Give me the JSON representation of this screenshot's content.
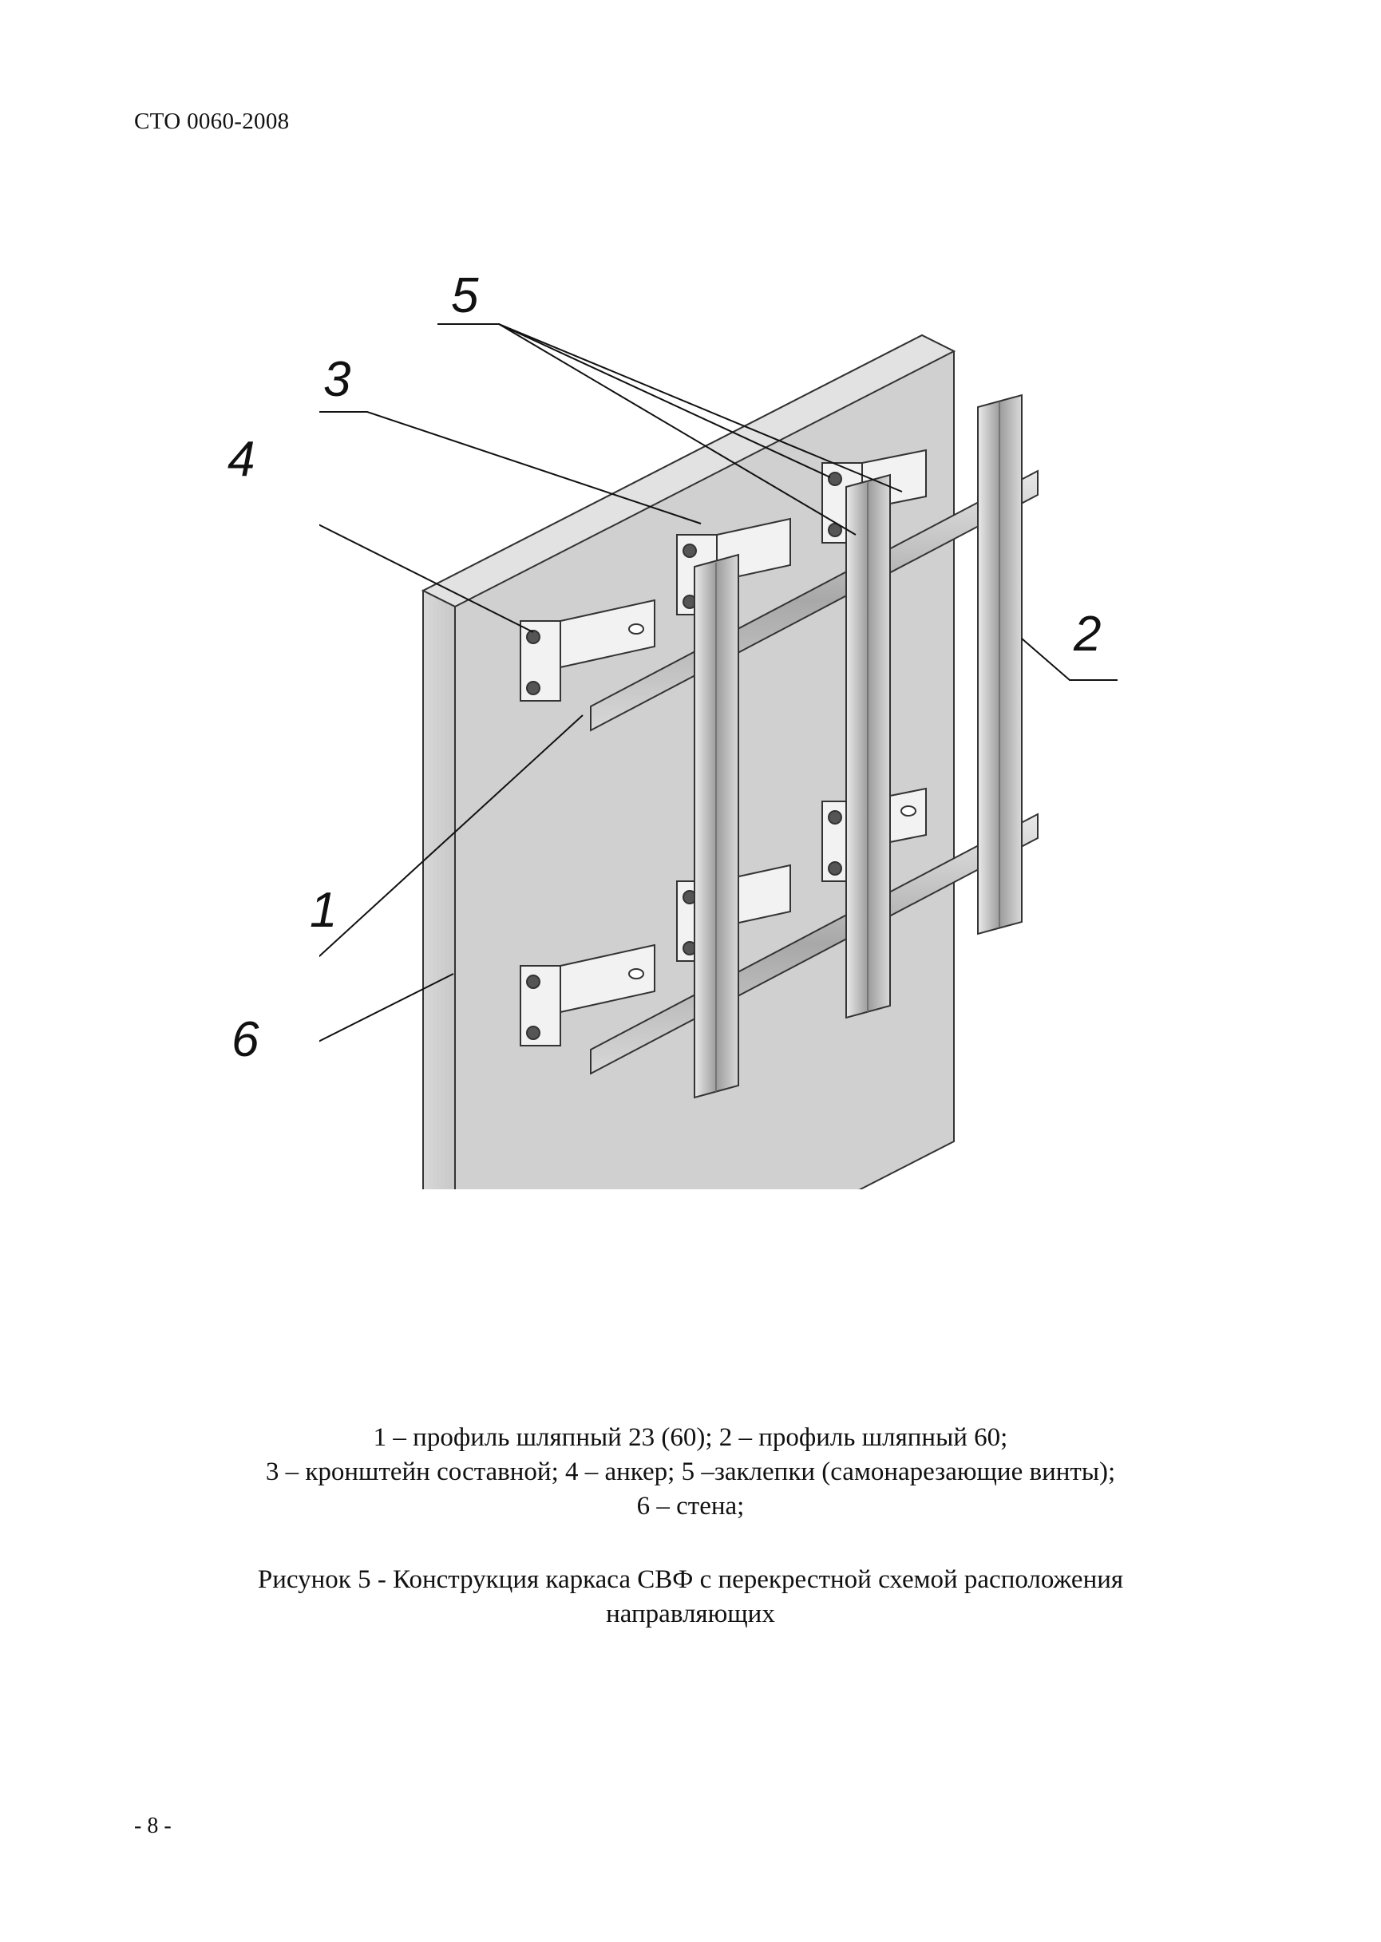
{
  "header": {
    "doc_code": "СТО 0060-2008"
  },
  "figure": {
    "callouts": [
      "1",
      "2",
      "3",
      "4",
      "5",
      "6"
    ],
    "legend_lines": [
      "1 – профиль шляпный 23 (60);  2 – профиль шляпный 60;",
      "3 – кронштейн составной; 4 – анкер; 5 –заклепки (самонарезающие винты);",
      "6 – стена;"
    ],
    "title_lines": [
      "Рисунок 5 - Конструкция каркаса СВФ с перекрестной схемой расположения",
      "направляющих"
    ]
  },
  "footer": {
    "page_number": "- 8 -"
  }
}
